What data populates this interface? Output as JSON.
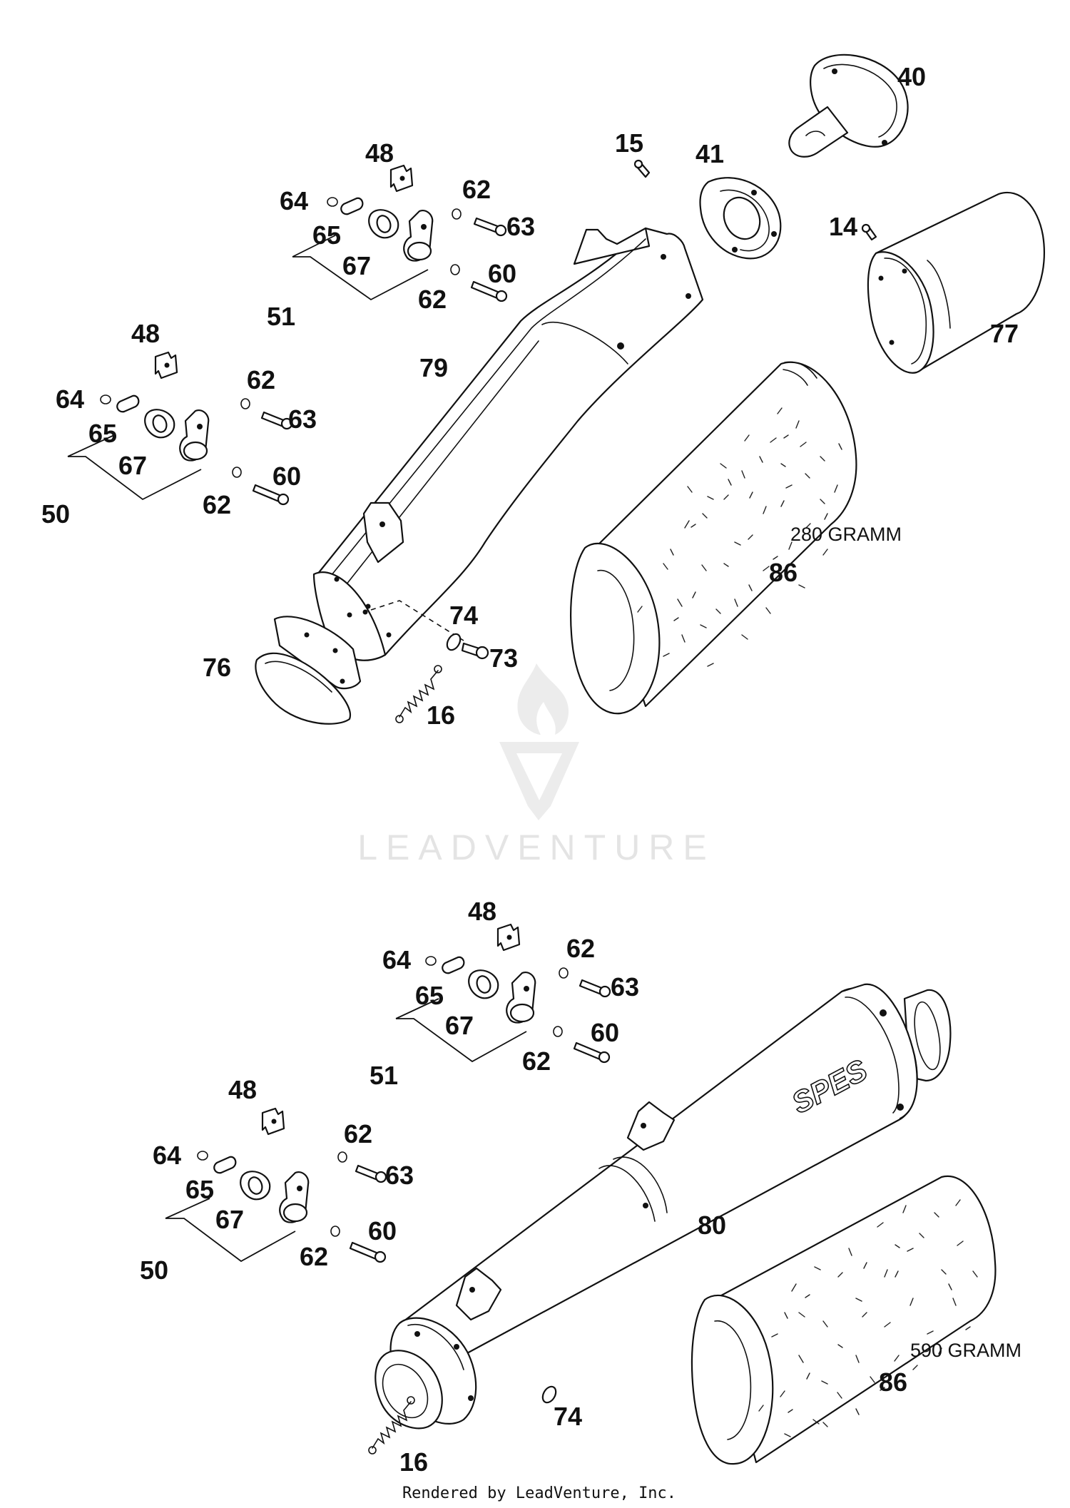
{
  "diagram": {
    "top_assembly": {
      "callouts": [
        "40",
        "15",
        "41",
        "14",
        "77",
        "48",
        "64",
        "65",
        "67",
        "51",
        "62",
        "63",
        "62",
        "60",
        "79",
        "48",
        "64",
        "65",
        "67",
        "50",
        "62",
        "63",
        "62",
        "60",
        "74",
        "73",
        "76",
        "16",
        "86"
      ],
      "filter_note": "280 GRAMM"
    },
    "bottom_assembly": {
      "callouts": [
        "48",
        "64",
        "65",
        "67",
        "51",
        "62",
        "63",
        "62",
        "60",
        "48",
        "64",
        "65",
        "67",
        "50",
        "62",
        "63",
        "62",
        "60",
        "80",
        "74",
        "16",
        "86"
      ],
      "filter_note": "590 GRAMM",
      "muffler_brand": "SPES"
    },
    "watermark": "LEADVENTURE",
    "footer": "Rendered by LeadVenture, Inc."
  }
}
